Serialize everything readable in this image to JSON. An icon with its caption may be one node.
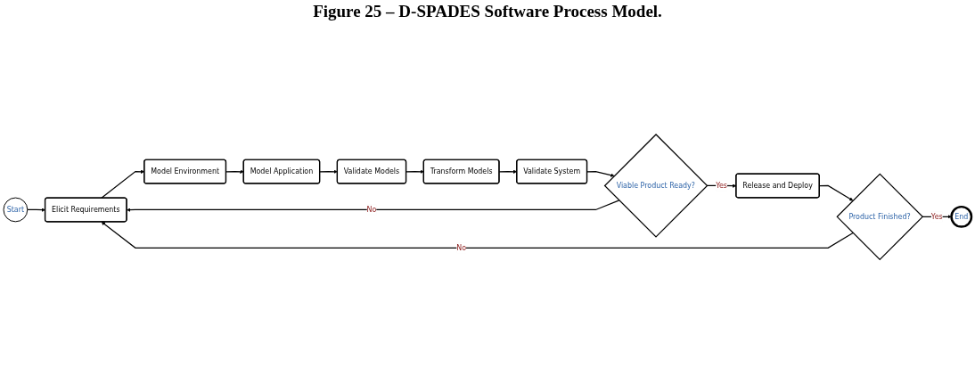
{
  "diagram": {
    "title": "Figure 25 – D-SPADES Software Process Model.",
    "nodes": [
      {
        "text": [
          "Start"
        ]
      },
      {
        "text": [
          "Elicit Requirements"
        ]
      },
      {
        "text": [
          "Model Environment"
        ]
      },
      {
        "text": [
          "Model Application"
        ]
      },
      {
        "text": [
          "Validate Models"
        ]
      },
      {
        "text": [
          "Transform Models"
        ]
      },
      {
        "text": [
          "Validate System"
        ]
      },
      {
        "text": [
          "Viable Product Ready?"
        ]
      },
      {
        "text": [
          "Release and Deploy"
        ]
      },
      {
        "text": [
          "Product Finished?"
        ]
      },
      {
        "text": [
          "End"
        ]
      }
    ],
    "edges": [
      {
        "from": 0,
        "to": 1,
        "arrow": "to"
      },
      {
        "from": 1,
        "to": 2,
        "arrow": "to"
      },
      {
        "from": 2,
        "to": 3,
        "arrow": "to"
      },
      {
        "from": 3,
        "to": 4,
        "arrow": "to"
      },
      {
        "from": 4,
        "to": 5,
        "arrow": "to"
      },
      {
        "from": 5,
        "to": 6,
        "arrow": "to"
      },
      {
        "from": 6,
        "to": 7,
        "arrow": "to"
      },
      {
        "from": 7,
        "to": 1,
        "label": "No",
        "arrow": "to"
      },
      {
        "from": 7,
        "to": 8,
        "label": "Yes",
        "arrow": "to"
      },
      {
        "from": 8,
        "to": 9,
        "arrow": "to"
      },
      {
        "from": 9,
        "to": 10,
        "label": "Yes",
        "arrow": "to"
      },
      {
        "from": 9,
        "to": 1,
        "label": "No",
        "arrow": "to"
      }
    ]
  }
}
